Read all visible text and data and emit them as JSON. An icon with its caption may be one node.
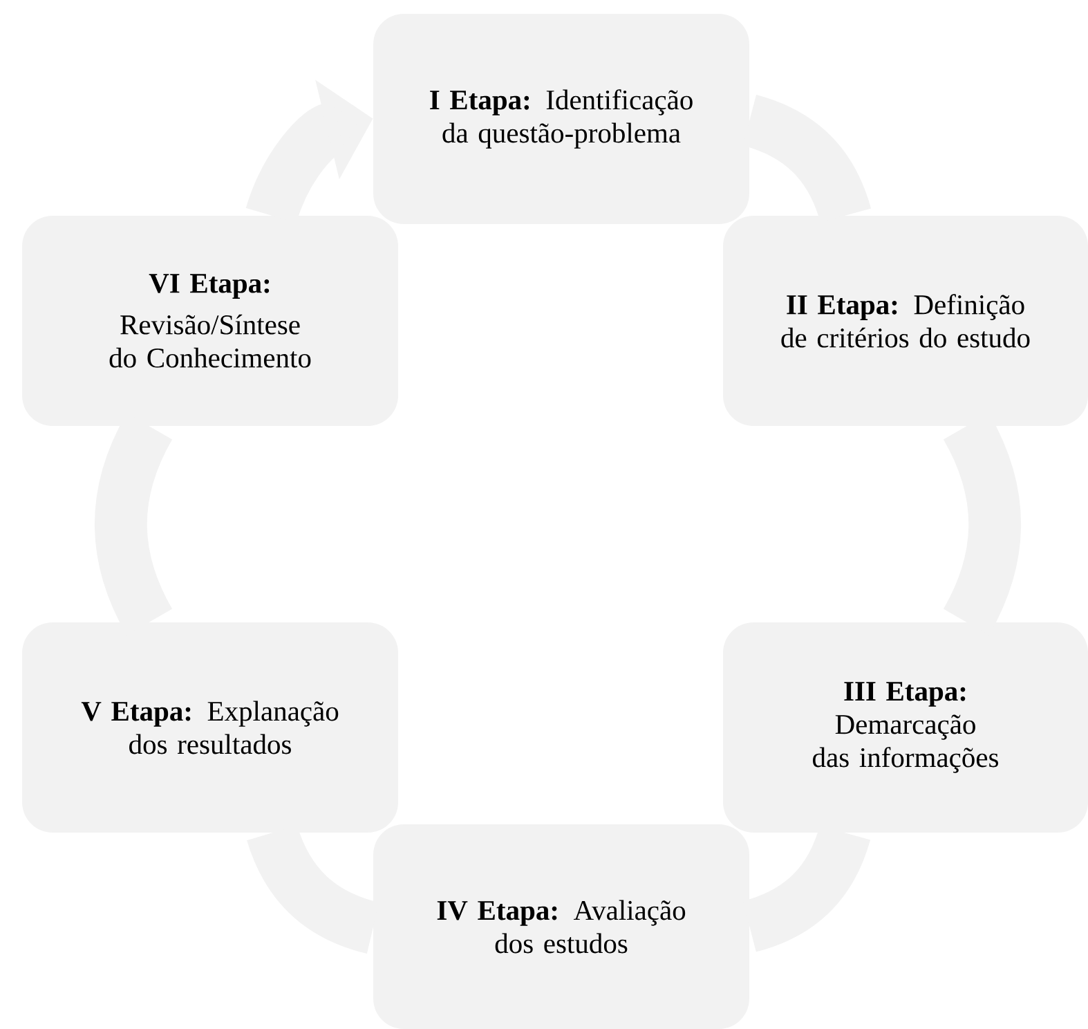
{
  "diagram": {
    "nodes": [
      {
        "text": [
          "**I Etapa:** Identificação da questão-problema"
        ]
      },
      {
        "text": [
          "**II Etapa:** Definição de critérios do estudo"
        ]
      },
      {
        "text": [
          "III Etapa:",
          "Demarcação das informações"
        ]
      },
      {
        "text": [
          "**IV Etapa:** Avaliação dos estudos"
        ]
      },
      {
        "text": [
          "**V Etapa:** Explanação dos resultados"
        ]
      },
      {
        "text": [
          "VI Etapa:",
          "Revisão/Síntese do Conhecimento"
        ]
      }
    ],
    "edges": [
      {
        "from": 0,
        "to": 1,
        "arrow": "none"
      },
      {
        "from": 1,
        "to": 2,
        "arrow": "none"
      },
      {
        "from": 2,
        "to": 3,
        "arrow": "none"
      },
      {
        "from": 3,
        "to": 4,
        "arrow": "none"
      },
      {
        "from": 4,
        "to": 5,
        "arrow": "none"
      },
      {
        "from": 5,
        "to": 0,
        "arrow": "to"
      }
    ]
  }
}
